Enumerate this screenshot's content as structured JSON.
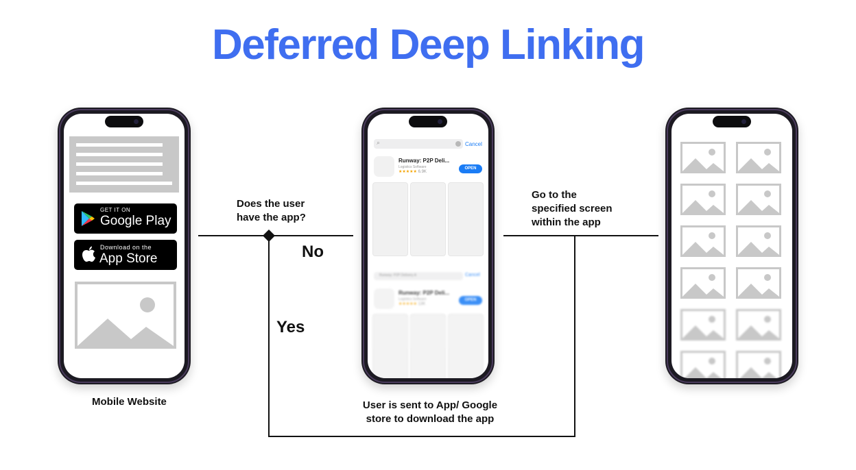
{
  "title": "Deferred Deep Linking",
  "labels": {
    "mobile_website": "Mobile Website",
    "question_line1": "Does the user",
    "question_line2": "have the app?",
    "no": "No",
    "yes": "Yes",
    "store_line1": "User is sent to App/ Google",
    "store_line2": "store  to download the app",
    "goto_line1": "Go to the",
    "goto_line2": "specified screen",
    "goto_line3": "within the app"
  },
  "badges": {
    "google_small": "GET IT ON",
    "google_big": "Google Play",
    "apple_small": "Download on the",
    "apple_big": "App Store"
  },
  "store_screen": {
    "cancel": "Cancel",
    "app_name": "Runway: P2P Deli...",
    "app_category": "Logistics Software",
    "rating_stars": "★★★★★",
    "rating_count": "6.9K",
    "open_button": "OPEN",
    "search_text_2": "Runway: P2P Delivery A",
    "rating_count_2": "13K"
  },
  "colors": {
    "title": "#3f6ef0",
    "phone_frame": "#1c1a22",
    "placeholder_gray": "#c8c8c8",
    "ios_blue": "#1a7cf5"
  }
}
